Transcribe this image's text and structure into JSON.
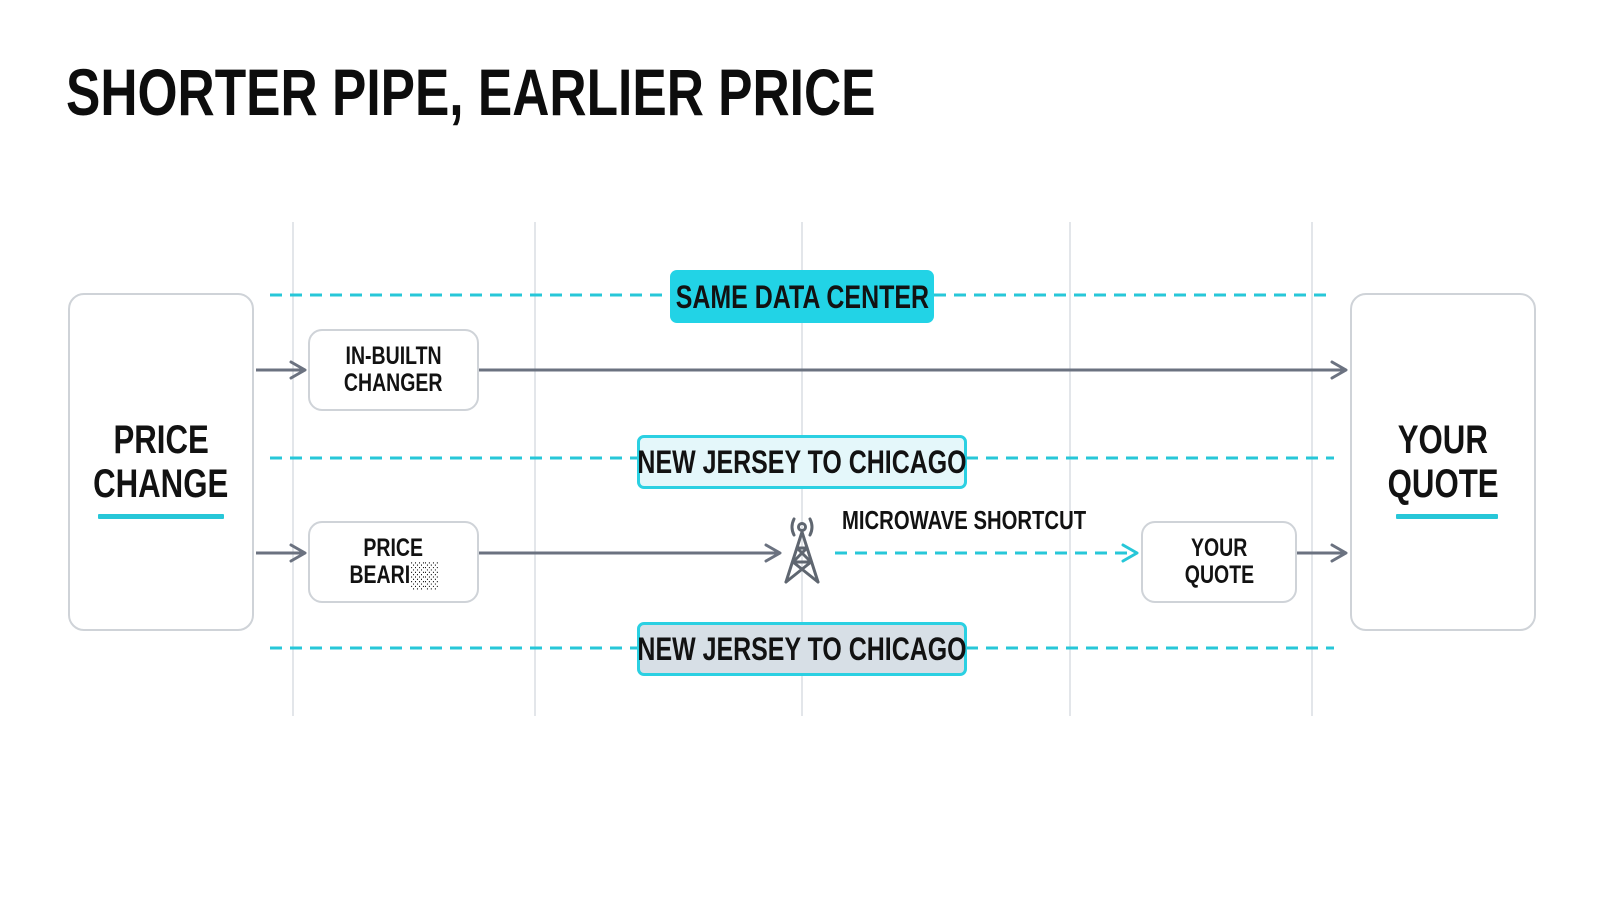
{
  "title": "SHORTER PIPE, EARLIER PRICE",
  "colors": {
    "accent_cyan": "#22d3e6",
    "arrow_grey": "#6b7280",
    "grid_line": "#e3e6ea",
    "box_border": "#cfd3d8"
  },
  "nodes": {
    "source": [
      "PRICE",
      "CHANGE"
    ],
    "destination": [
      "YOUR",
      "QUOTE"
    ],
    "inbuilt_changer": [
      "IN-BUILTN",
      "CHANGER"
    ],
    "price_bearing": [
      "PRICE",
      "BEARI░░"
    ],
    "your_quote_small": [
      "YOUR",
      "QUOTE"
    ]
  },
  "lanes": {
    "same_data_center": "SAME DATA CENTER",
    "nj_to_chicago_top": "NEW JERSEY TO CHICAGO",
    "nj_to_chicago_bottom": "NEW JERSEY TO CHICAGO"
  },
  "microwave_label": "MICROWAVE SHORTCUT",
  "icons": {
    "tower": "radio-tower-icon"
  }
}
